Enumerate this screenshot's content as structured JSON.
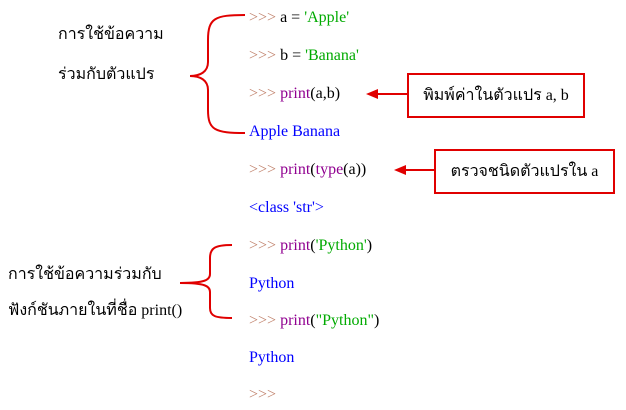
{
  "annotations": {
    "group1_line1": "การใช้ข้อความ",
    "group1_line2": "ร่วมกับตัวแปร",
    "group2_line1": "การใช้ข้อความร่วมกับ",
    "group2_line2": "ฟังก์ชันภายในที่ชื่อ print()",
    "callout_print": "พิมพ์ค่าในตัวแปร a, b",
    "callout_type": "ตรวจชนิดตัวแปรใน a"
  },
  "colors": {
    "prompt": "#c0806a",
    "builtin": "#900090",
    "string": "#00aa00",
    "output": "#0000ff",
    "callout": "#e00000"
  },
  "code_lines": [
    [
      {
        "t": ">>> ",
        "c": "p"
      },
      {
        "t": "a = ",
        "c": "d"
      },
      {
        "t": "'Apple'",
        "c": "s"
      }
    ],
    [
      {
        "t": ">>> ",
        "c": "p"
      },
      {
        "t": "b = ",
        "c": "d"
      },
      {
        "t": "'Banana'",
        "c": "s"
      }
    ],
    [
      {
        "t": ">>> ",
        "c": "p"
      },
      {
        "t": "print",
        "c": "k"
      },
      {
        "t": "(a,b)",
        "c": "d"
      }
    ],
    [
      {
        "t": "Apple Banana",
        "c": "o"
      }
    ],
    [
      {
        "t": ">>> ",
        "c": "p"
      },
      {
        "t": "print",
        "c": "k"
      },
      {
        "t": "(",
        "c": "d"
      },
      {
        "t": "type",
        "c": "k"
      },
      {
        "t": "(a))",
        "c": "d"
      }
    ],
    [
      {
        "t": "<class 'str'>",
        "c": "o"
      }
    ],
    [
      {
        "t": ">>> ",
        "c": "p"
      },
      {
        "t": "print",
        "c": "k"
      },
      {
        "t": "(",
        "c": "d"
      },
      {
        "t": "'Python'",
        "c": "s"
      },
      {
        "t": ")",
        "c": "d"
      }
    ],
    [
      {
        "t": "Python",
        "c": "o"
      }
    ],
    [
      {
        "t": ">>> ",
        "c": "p"
      },
      {
        "t": "print",
        "c": "k"
      },
      {
        "t": "(",
        "c": "d"
      },
      {
        "t": "\"Python\"",
        "c": "s"
      },
      {
        "t": ")",
        "c": "d"
      }
    ],
    [
      {
        "t": "Python",
        "c": "o"
      }
    ],
    [
      {
        "t": ">>>",
        "c": "p"
      }
    ]
  ]
}
